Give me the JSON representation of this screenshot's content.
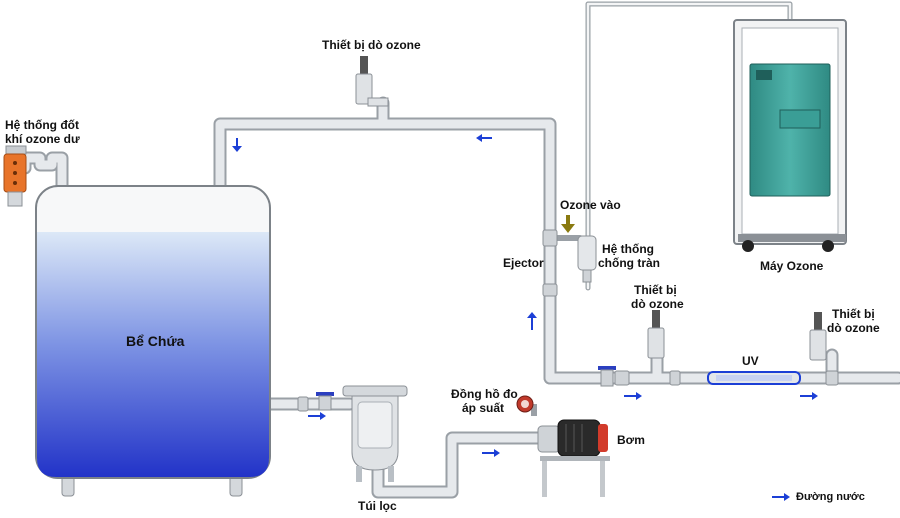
{
  "labels": {
    "ozone_detector_top": "Thiết bị dò ozone",
    "destruct_system_line1": "Hệ thống đốt",
    "destruct_system_line2": "khí ozone dư",
    "tank": "Bể Chứa",
    "ozone_in": "Ozone vào",
    "ejector": "Ejector",
    "anti_overflow_line1": "Hệ thống",
    "anti_overflow_line2": "chống tràn",
    "ozone_machine": "Máy Ozone",
    "ozone_detector_mid_line1": "Thiết bị",
    "ozone_detector_mid_line2": "dò ozone",
    "ozone_detector_right_line1": "Thiết bị",
    "ozone_detector_right_line2": "dò ozone",
    "uv": "UV",
    "pressure_gauge_line1": "Đồng hồ đo",
    "pressure_gauge_line2": "áp suất",
    "pump": "Bơm",
    "filter_bag": "Túi lọc",
    "legend_water_flow": "Đường nước"
  },
  "colors": {
    "pipe": "#dfe2e5",
    "pipe_outline": "#9aa0a6",
    "water_top": "#dce8f7",
    "water_bottom": "#2233c8",
    "flow_arrow": "#1c3fd6",
    "machine_body": "#3a9e96",
    "ozone_arrow": "#8a7a10",
    "destruct_unit": "#e8742a",
    "gauge": "#c0392b"
  }
}
